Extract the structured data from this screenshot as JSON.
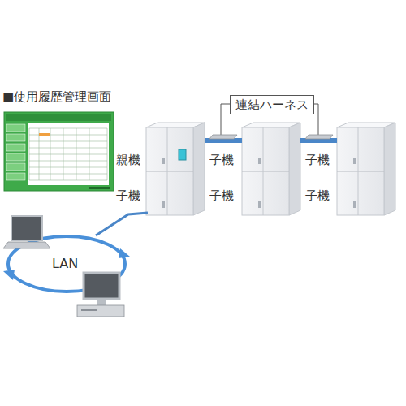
{
  "diagram": {
    "title": "■使用履歴管理画面",
    "nodes": [
      {
        "text": [
          "連結ハーネス"
        ]
      }
    ],
    "labels": [
      "親機",
      "子機",
      "子機",
      "子機",
      "子機",
      "子機",
      "LAN"
    ]
  }
}
